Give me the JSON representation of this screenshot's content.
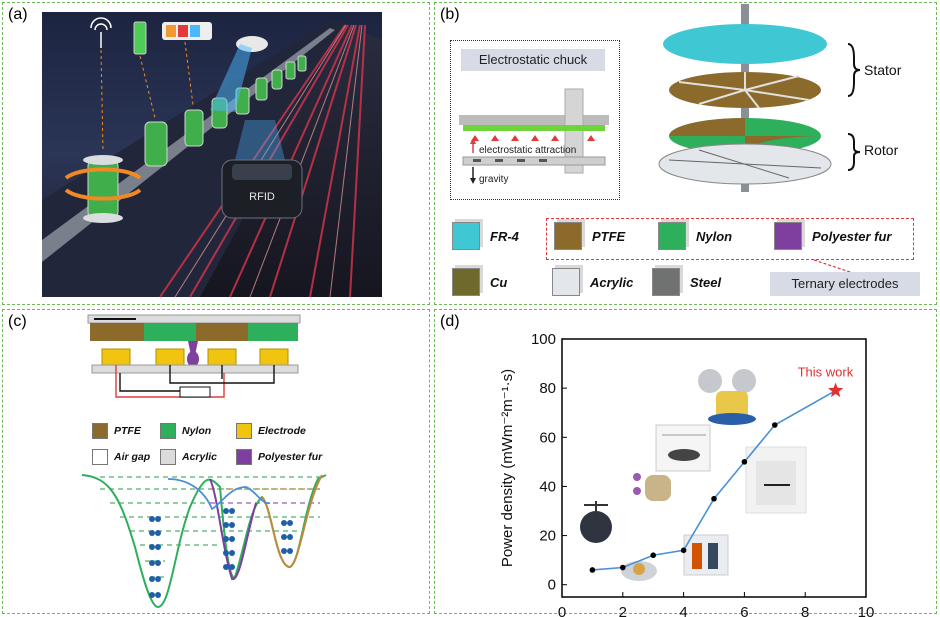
{
  "panels": {
    "a": {
      "label": "(a)",
      "rfid_text": "RFID"
    },
    "b": {
      "label": "(b)",
      "chuck_title": "Electrostatic chuck",
      "electrostatic_attraction": "electrostatic attraction",
      "gravity": "gravity",
      "stator": "Stator",
      "rotor": "Rotor",
      "materials": [
        {
          "name": "FR-4",
          "color": "#3fc7d3"
        },
        {
          "name": "PTFE",
          "color": "#8b6a2c"
        },
        {
          "name": "Nylon",
          "color": "#2eaf5c"
        },
        {
          "name": "Polyester fur",
          "color": "#7e3f9e"
        },
        {
          "name": "Cu",
          "color": "#6f6a2c"
        },
        {
          "name": "Acrylic",
          "color": "#e3e6ea"
        },
        {
          "name": "Steel",
          "color": "#707272"
        }
      ],
      "ternary_label": "Ternary electrodes"
    },
    "c": {
      "label": "(c)",
      "legend": [
        {
          "name": "PTFE",
          "color": "#8b6a2c"
        },
        {
          "name": "Nylon",
          "color": "#2eaf5c"
        },
        {
          "name": "Electrode",
          "color": "#f1c40f"
        },
        {
          "name": "Air gap",
          "color": "#ffffff"
        },
        {
          "name": "Acrylic",
          "color": "#dcdcdc"
        },
        {
          "name": "Polyester fur",
          "color": "#7e3f9e"
        }
      ]
    },
    "d": {
      "label": "(d)",
      "annotation": "This work"
    }
  },
  "chart_data": {
    "type": "line",
    "xlabel": "",
    "ylabel": "Power density (mWm⁻²m⁻¹·s)",
    "xlim": [
      0,
      10
    ],
    "ylim": [
      -5,
      100
    ],
    "xticks": [
      0,
      2,
      4,
      6,
      8,
      10
    ],
    "yticks": [
      0,
      20,
      40,
      60,
      80,
      100
    ],
    "series": [
      {
        "x": [
          1,
          2,
          3,
          4,
          5,
          6,
          7,
          9
        ],
        "y": [
          6,
          7,
          12,
          14,
          35,
          50,
          65,
          79
        ]
      }
    ],
    "highlight": {
      "x": 9,
      "y": 79,
      "label": "This work"
    },
    "colors": {
      "line": "#4a90d9",
      "marker": "#000000",
      "star": "#e0322f"
    }
  }
}
